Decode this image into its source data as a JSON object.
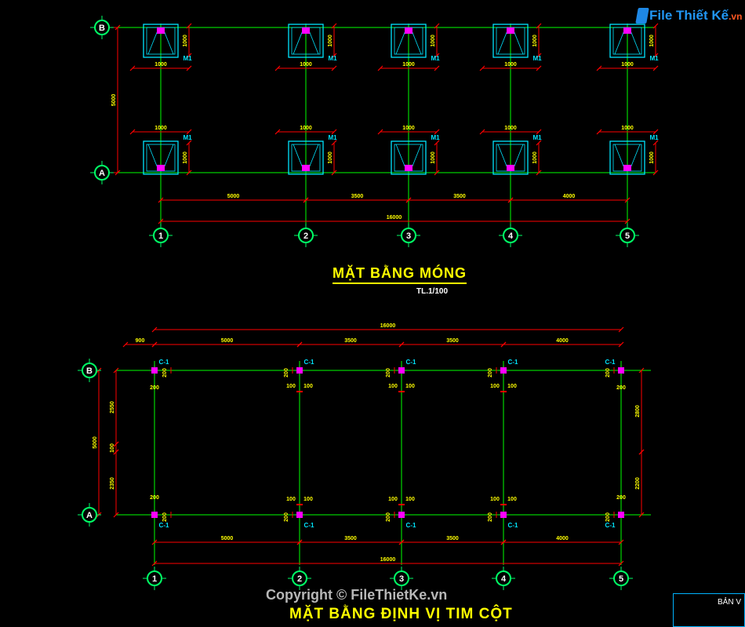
{
  "logo": {
    "text": "File Thiết Kế",
    "suffix": ".vn"
  },
  "plan_top": {
    "title": "MẶT BẰNG MÓNG",
    "scale": "TL.1/100",
    "grid_letters": [
      "B",
      "A"
    ],
    "grid_numbers": [
      "1",
      "2",
      "3",
      "4",
      "5"
    ],
    "spans": [
      "5000",
      "3500",
      "3500",
      "4000"
    ],
    "total": "16000",
    "vertical_span": "5000",
    "footing_dim": "1000",
    "footing_depth": "1000",
    "footing_tag": "M1"
  },
  "plan_bottom": {
    "title": "MẶT BẰNG ĐỊNH VỊ TIM CỘT",
    "grid_letters": [
      "B",
      "A"
    ],
    "grid_numbers": [
      "1",
      "2",
      "3",
      "4",
      "5"
    ],
    "spans": [
      "5000",
      "3500",
      "3500",
      "4000"
    ],
    "total": "16000",
    "left_offset": "900",
    "vertical_total": "5000",
    "vertical_upper": "2550",
    "vertical_mid": "100",
    "vertical_lower": "2350",
    "right_upper": "2800",
    "right_lower": "2200",
    "column_tag": "C-1",
    "col_dims": [
      "200",
      "100"
    ]
  },
  "watermark": "Copyright © FileThietKe.vn",
  "title_block": {
    "label": "BẢN V"
  },
  "colors": {
    "grid_line": "#00ff00",
    "dimension": "#ff0000",
    "dim_text": "#ffff00",
    "footing": "#00e5ff",
    "column": "#ff00ff",
    "bubble": "#00ff66",
    "title": "#ffff00"
  }
}
